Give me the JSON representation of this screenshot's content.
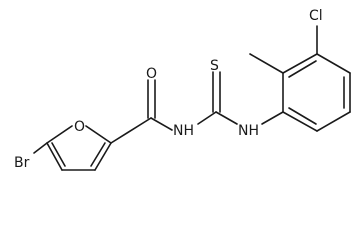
{
  "structure": {
    "atoms": {
      "br": "Br",
      "o_ring": "O",
      "o_carbonyl": "O",
      "nh_amide": "NH",
      "s": "S",
      "nh_thio": "NH",
      "cl": "Cl"
    }
  }
}
